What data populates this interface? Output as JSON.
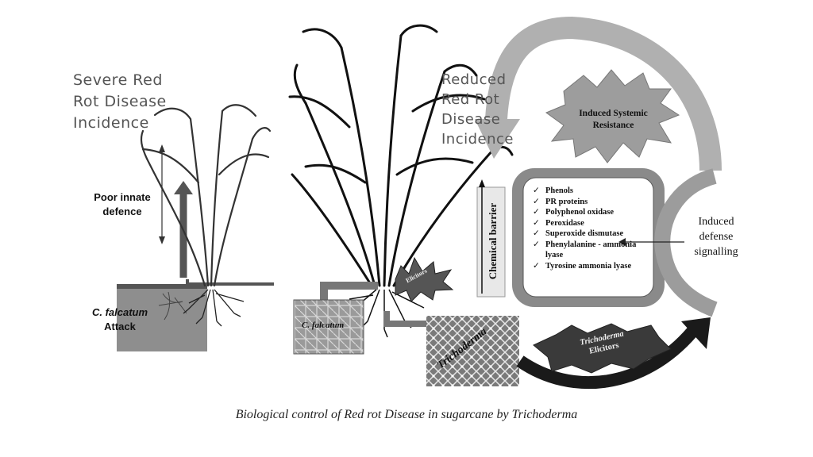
{
  "left_panel": {
    "title_lines": [
      "Severe Red",
      "Rot Disease",
      "Incidence"
    ],
    "defence_lines": [
      "Poor innate",
      "defence"
    ],
    "pathogen": "C. falcatum",
    "attack": "Attack"
  },
  "middle_panel": {
    "title_lines": [
      "Reduced",
      "Red Rot",
      "Disease",
      "Incidence"
    ],
    "elicitors_tag": "Elicitors",
    "pathogen_box": "C. falcatum",
    "trichoderma_box": "Trichoderma",
    "chemical_barrier": "Chemical barrier"
  },
  "right_panel": {
    "isr_lines": [
      "Induced Systemic",
      "Resistance"
    ],
    "enzymes": [
      "Phenols",
      "PR proteins",
      "Polyphenol oxidase",
      "Peroxidase",
      "Superoxide dismutase",
      "Phenylalanine - ammonia lyase",
      "Tyrosine ammonia lyase"
    ],
    "signalling_lines": [
      "Induced",
      "defense",
      "signalling"
    ],
    "trichoderma_elicitors_lines": [
      "Trichoderma",
      "Elicitors"
    ]
  },
  "caption": "Biological control of Red rot Disease in sugarcane by Trichoderma",
  "colors": {
    "box_fill": "#8c8c8c",
    "arrow_grey": "#a6a6a6",
    "dark_arrow": "#1a1a1a",
    "star_fill": "#9a9a9a"
  }
}
